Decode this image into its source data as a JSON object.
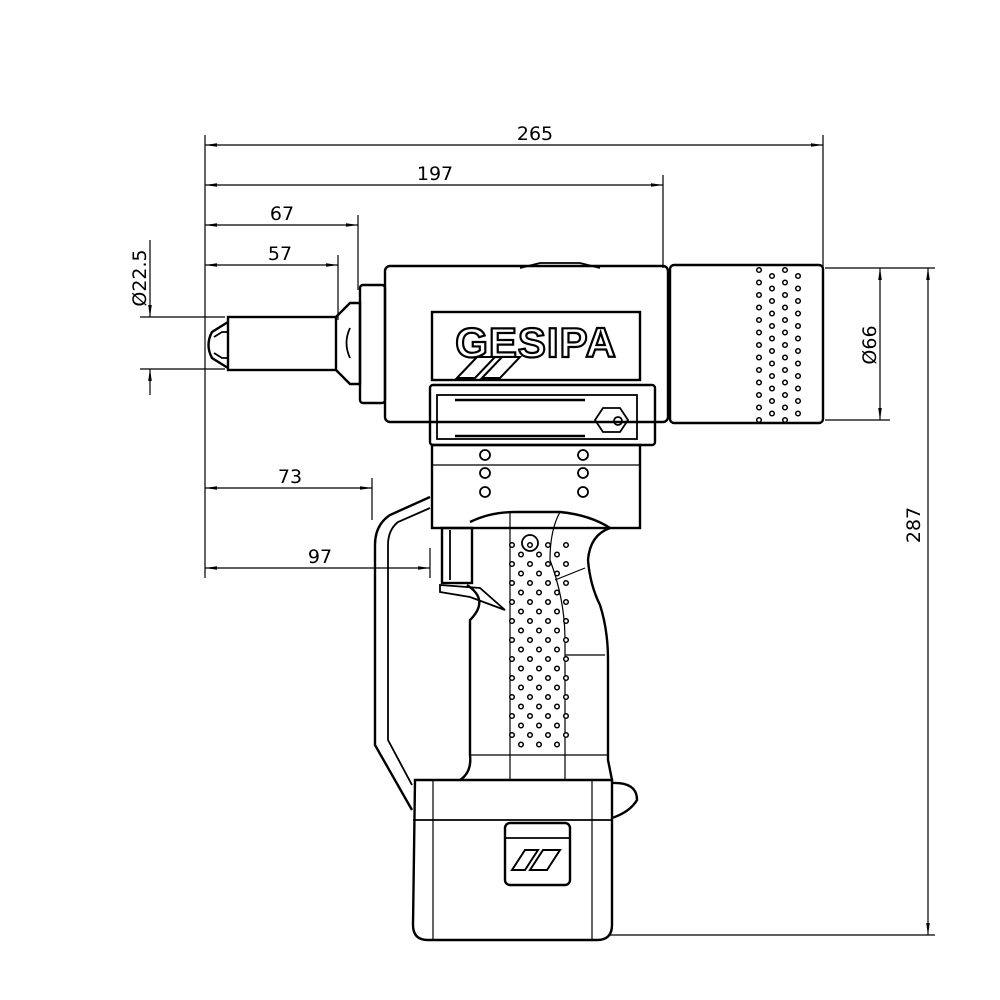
{
  "drawing": {
    "brand_logo": "GESIPA",
    "dimensions": {
      "overall_length": "265",
      "body_length": "197",
      "nose_to_flange": "67",
      "nose_to_cone": "57",
      "nose_to_handle_front": "73",
      "nose_to_trigger": "97",
      "nose_diameter": "Ø22.5",
      "cylinder_diameter": "Ø66",
      "overall_height": "287"
    }
  }
}
